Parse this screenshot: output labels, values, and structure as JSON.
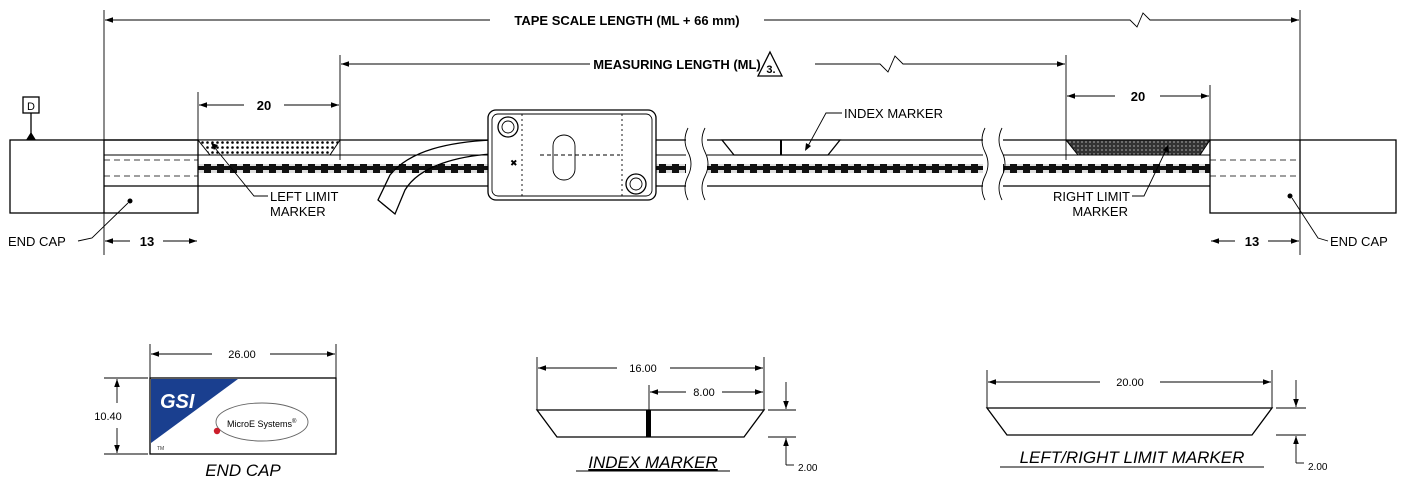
{
  "dimensions": {
    "tape_scale_length": "TAPE SCALE LENGTH (ML + 66 mm)",
    "measuring_length": "MEASURING LENGTH (ML)",
    "measuring_length_note": "3.",
    "datum": "D",
    "left_limit_width": "20",
    "right_limit_width": "20",
    "left_endcap_width": "13",
    "right_endcap_width": "13"
  },
  "labels": {
    "index_marker": "INDEX MARKER",
    "left_limit_1": "LEFT LIMIT",
    "left_limit_2": "MARKER",
    "right_limit_1": "RIGHT LIMIT",
    "right_limit_2": "MARKER",
    "end_cap_left": "END CAP",
    "end_cap_right": "END CAP"
  },
  "detail_end_cap": {
    "width": "26.00",
    "height": "10.40",
    "logo_brand": "GSI",
    "logo_sub": "MicroE Systems",
    "caption": "END CAP"
  },
  "detail_index_marker": {
    "width": "16.00",
    "half_width": "8.00",
    "height": "2.00",
    "caption": "INDEX MARKER"
  },
  "detail_limit_marker": {
    "width": "20.00",
    "height": "2.00",
    "caption": "LEFT/RIGHT LIMIT MARKER"
  },
  "colors": {
    "line": "#000000",
    "logo_blue": "#1a3f8f",
    "logo_red": "#cc1e2b"
  }
}
